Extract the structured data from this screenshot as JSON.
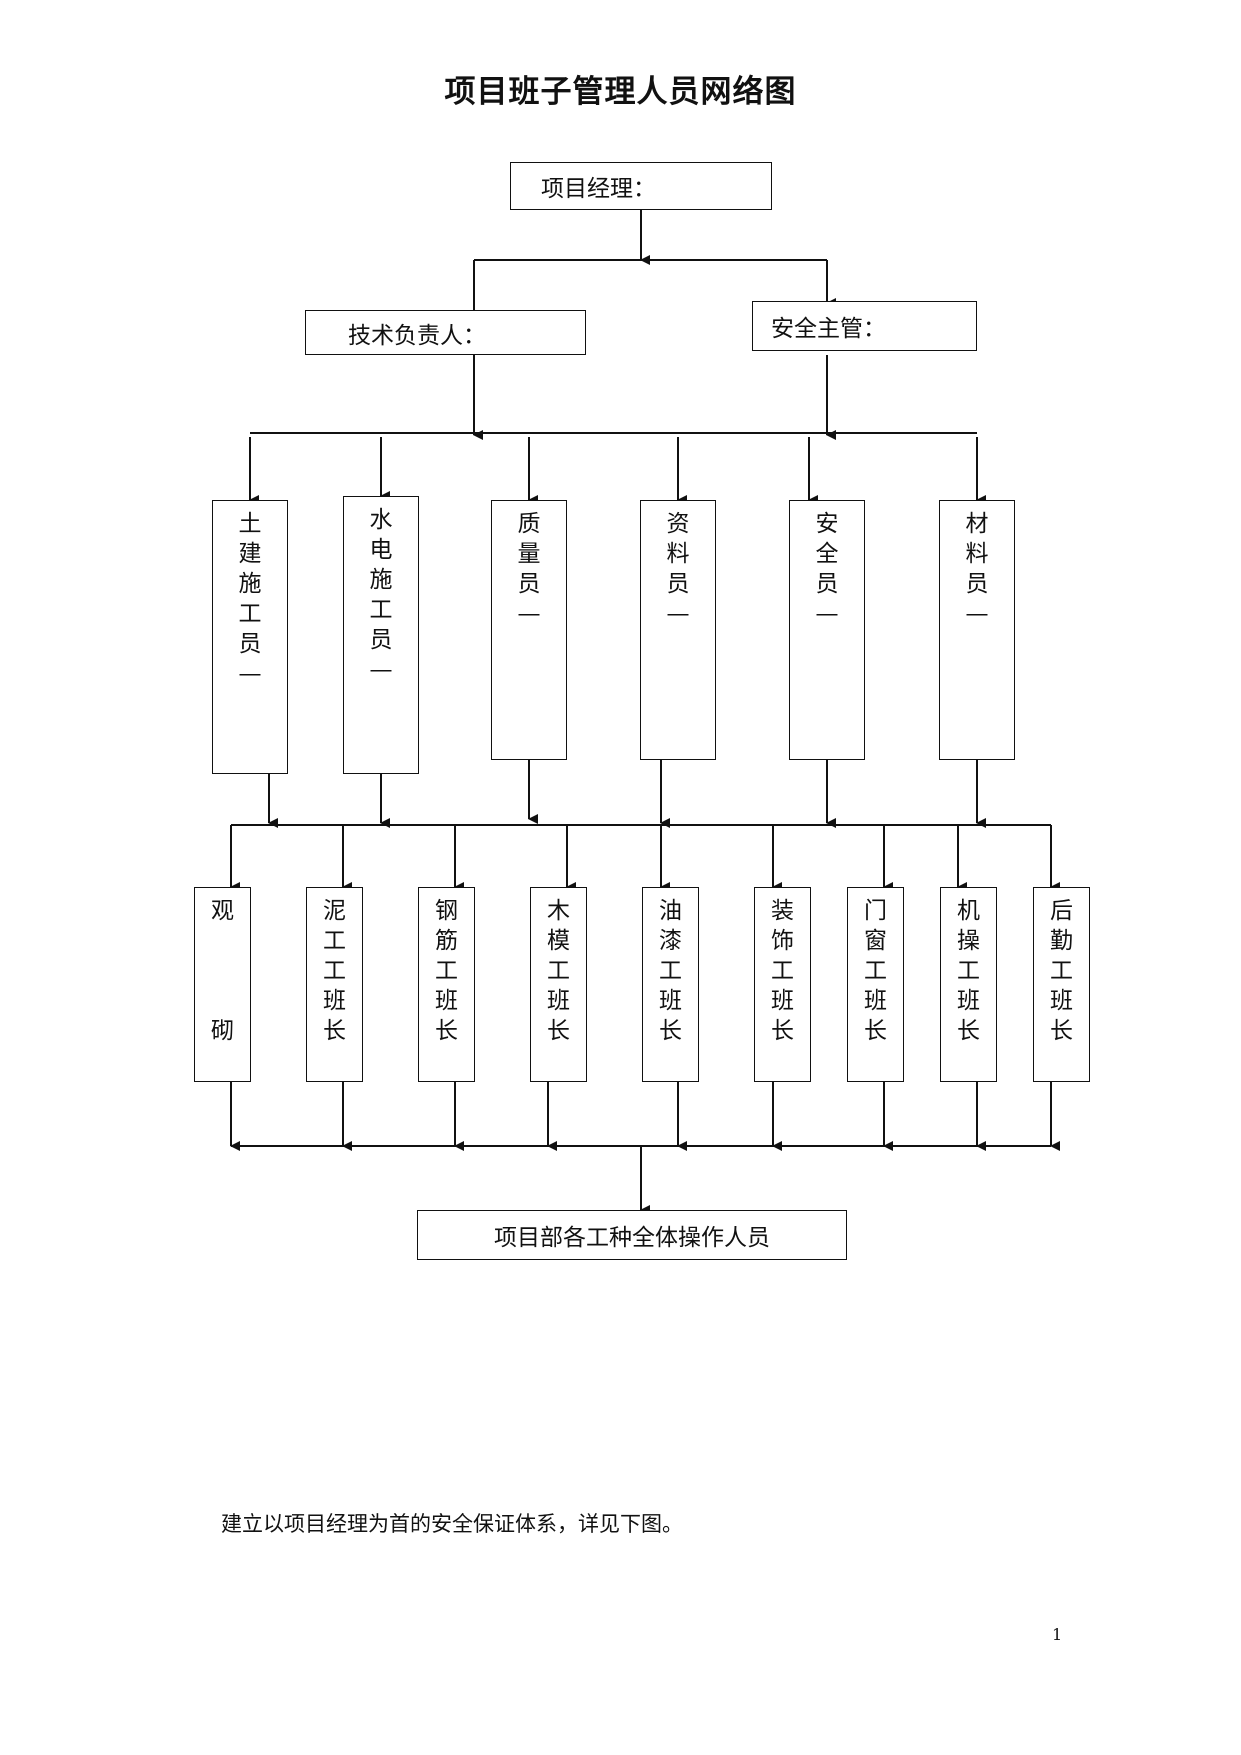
{
  "title": "项目班子管理人员网络图",
  "manager": {
    "label": "项目经理："
  },
  "tech_lead": {
    "label": "技术负责人："
  },
  "safety_supervisor": {
    "label": "安全主管："
  },
  "staff": [
    {
      "chars": [
        "土",
        "建",
        "施",
        "工",
        "员",
        "—"
      ]
    },
    {
      "chars": [
        "水",
        "电",
        "施",
        "工",
        "员",
        "—"
      ]
    },
    {
      "chars": [
        "质",
        "量",
        "员",
        "—"
      ]
    },
    {
      "chars": [
        "资",
        "料",
        "员",
        "—"
      ]
    },
    {
      "chars": [
        "安",
        "全",
        "员",
        "—"
      ]
    },
    {
      "chars": [
        "材",
        "料",
        "员",
        "—"
      ]
    }
  ],
  "team_leaders": [
    {
      "chars": [
        "观",
        "",
        "",
        "",
        "砌"
      ]
    },
    {
      "chars": [
        "泥",
        "工",
        "工",
        "班",
        "长"
      ]
    },
    {
      "chars": [
        "钢",
        "筋",
        "工",
        "班",
        "长"
      ]
    },
    {
      "chars": [
        "木",
        "模",
        "工",
        "班",
        "长"
      ]
    },
    {
      "chars": [
        "油",
        "漆",
        "工",
        "班",
        "长"
      ]
    },
    {
      "chars": [
        "装",
        "饰",
        "工",
        "班",
        "长"
      ]
    },
    {
      "chars": [
        "门",
        "窗",
        "工",
        "班",
        "长"
      ]
    },
    {
      "chars": [
        "机",
        "操",
        "工",
        "班",
        "长"
      ]
    },
    {
      "chars": [
        "后",
        "勤",
        "工",
        "班",
        "长"
      ]
    }
  ],
  "workers": {
    "label": "项目部各工种全体操作人员"
  },
  "note": "建立以项目经理为首的安全保证体系，详见下图。",
  "page_number": "1"
}
